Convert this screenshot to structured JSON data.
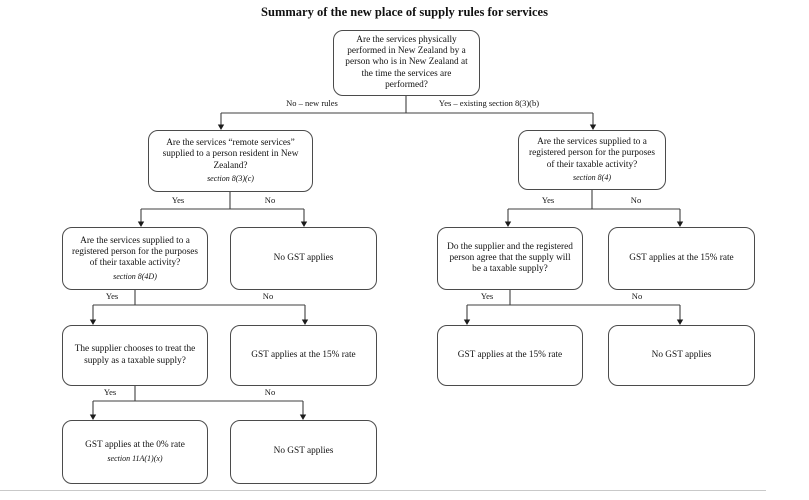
{
  "page": {
    "title": "Summary of the new place of supply rules for services"
  },
  "diagram": {
    "nodes": {
      "root": {
        "text": "Are the services physically performed in New Zealand by a person who is in New Zealand at the time the services are performed?"
      },
      "remote_services": {
        "text": "Are the services “remote services” supplied to a person resident in New Zealand?",
        "section": "section 8(3)(c)"
      },
      "registered_existing": {
        "text": "Are the services supplied to a registered person for the purposes of their taxable activity?",
        "section": "section 8(4)"
      },
      "registered_remote": {
        "text": "Are the services supplied to a registered person for the purposes of their taxable activity?",
        "section": "section 8(4D)"
      },
      "no_gst_remote": {
        "text": "No GST applies"
      },
      "supplier_agreement": {
        "text": "Do the supplier and the registered person agree that the supply will be a taxable supply?"
      },
      "gst_15_existing_no": {
        "text": "GST applies at the 15% rate"
      },
      "supplier_chooses": {
        "text": "The supplier chooses to treat the supply as a taxable supply?"
      },
      "gst_15_remote_no": {
        "text": "GST applies at the 15% rate"
      },
      "gst_15_agree_yes": {
        "text": "GST applies at the 15% rate"
      },
      "no_gst_agree_no": {
        "text": "No GST applies"
      },
      "gst_0_rate": {
        "text": "GST applies at the 0% rate",
        "section": "section 11A(1)(x)"
      },
      "no_gst_chooses_no": {
        "text": "No GST applies"
      }
    },
    "edges": {
      "root_no": "No – new rules",
      "root_yes": "Yes – existing section 8(3)(b)",
      "remote_yes": "Yes",
      "remote_no": "No",
      "registered_existing_yes": "Yes",
      "registered_existing_no": "No",
      "registered_remote_yes": "Yes",
      "registered_remote_no": "No",
      "agreement_yes": "Yes",
      "agreement_no": "No",
      "chooses_yes": "Yes",
      "chooses_no": "No"
    }
  }
}
